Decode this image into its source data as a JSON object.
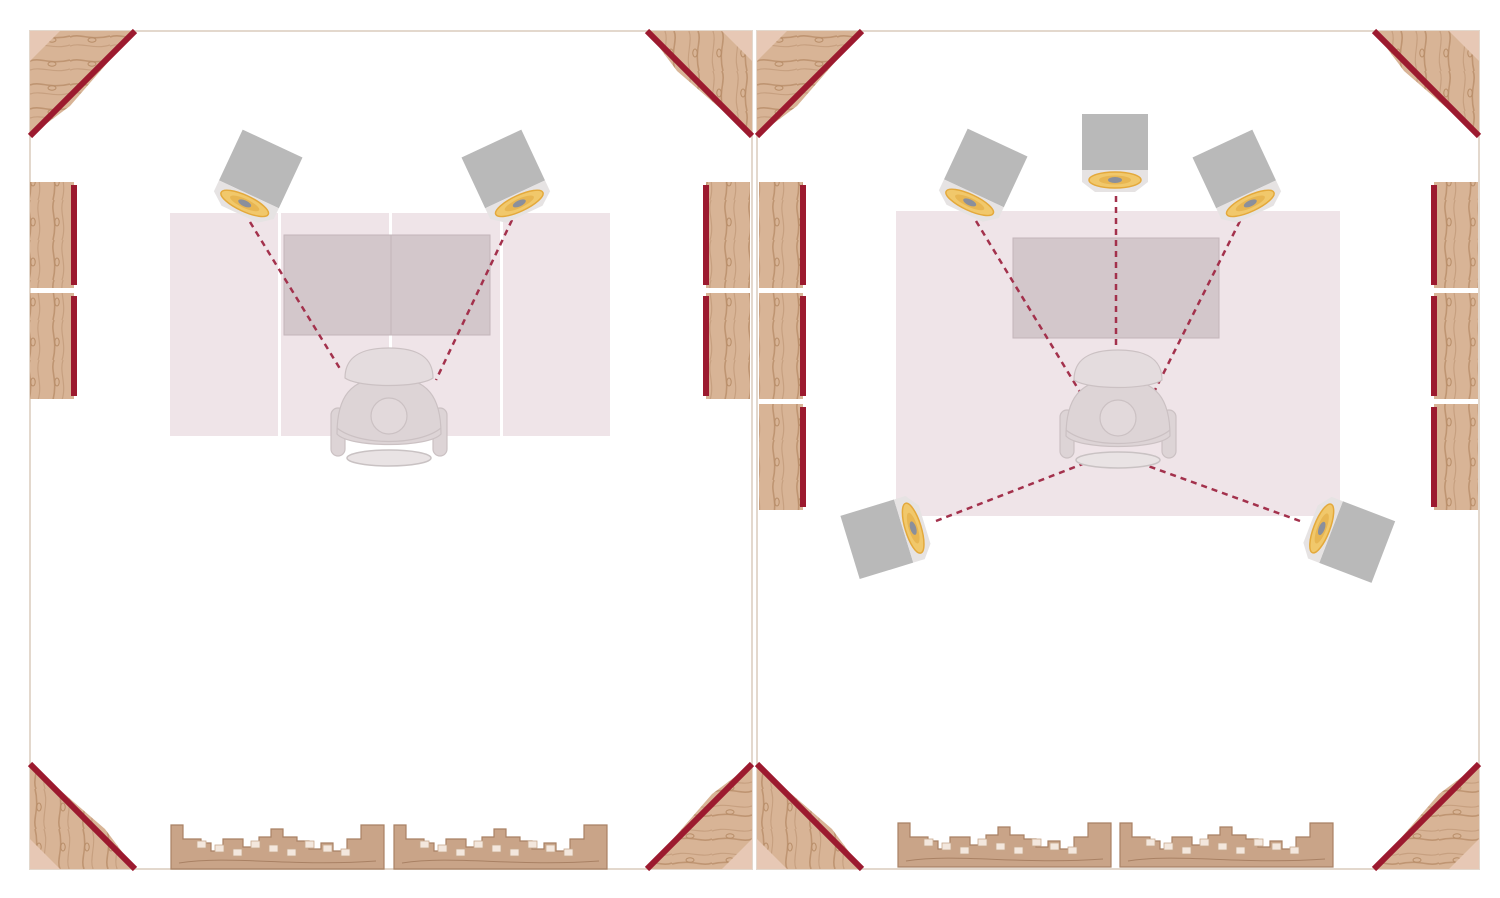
{
  "diagram": {
    "panels": [
      {
        "name": "stereo-room",
        "speakers": [
          "front-left",
          "front-right"
        ],
        "listener": "seated-listener",
        "elements": [
          "desk",
          "monitor",
          "corner-bass-traps",
          "side-wall-panels",
          "rear-diffusers"
        ]
      },
      {
        "name": "surround-room",
        "speakers": [
          "front-left",
          "center",
          "front-right",
          "surround-left",
          "surround-right"
        ],
        "listener": "seated-listener",
        "elements": [
          "desk",
          "monitor",
          "corner-bass-traps",
          "side-wall-panels",
          "rear-diffusers"
        ]
      }
    ],
    "colors": {
      "wall_line": "#e3d8cd",
      "wood": "#d8b496",
      "wood_grain": "#b88d68",
      "panel_face": "#9c1a2f",
      "corner_fill": "#e7c8b5",
      "desk": "#efe4e8",
      "monitor": "#d3c7cb",
      "speaker_body": "#b9b9b9",
      "speaker_cone": "#f1c86b",
      "sight_line": "#a3314c",
      "diffuser": "#c9a488",
      "chair": "#ddd4d6"
    },
    "icons": [
      "speaker-icon",
      "listener-chair-icon",
      "bass-trap-icon",
      "acoustic-panel-icon",
      "diffuser-icon"
    ]
  }
}
